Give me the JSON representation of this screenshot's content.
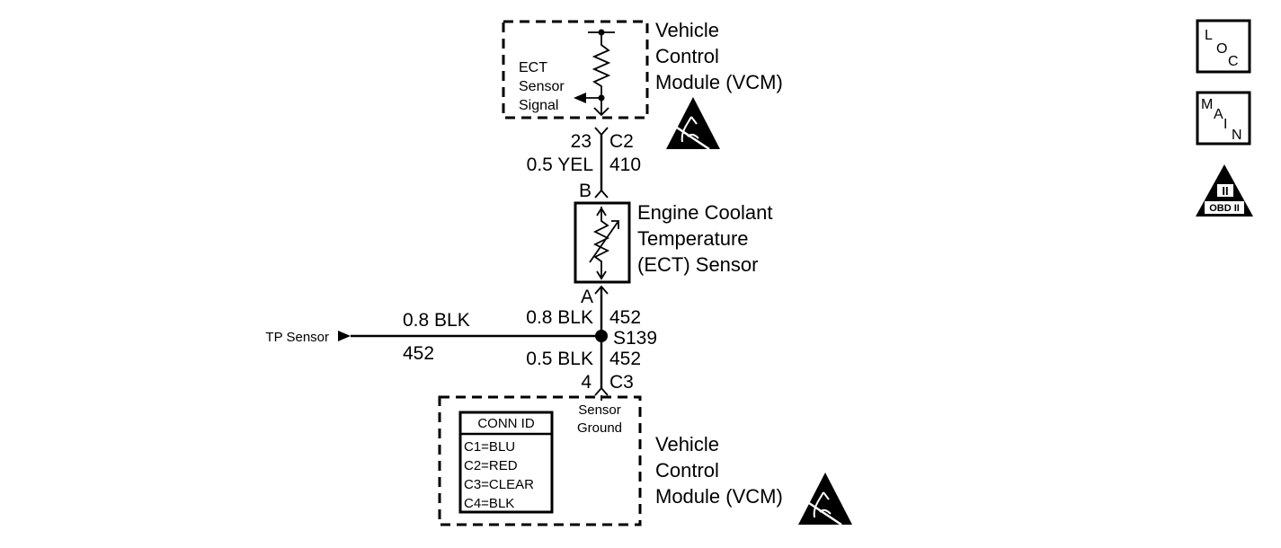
{
  "vcm_top": {
    "label_lines": [
      "Vehicle",
      "Control",
      "Module (VCM)"
    ],
    "internal_label_lines": [
      "ECT",
      "Sensor",
      "Signal"
    ]
  },
  "connector_c2": {
    "pin": "23",
    "name": "C2"
  },
  "wire_top": {
    "gauge_color": "0.5 YEL",
    "circuit": "410"
  },
  "ect_sensor": {
    "pin_top": "B",
    "pin_bottom": "A",
    "label_lines": [
      "Engine Coolant",
      "Temperature",
      "(ECT) Sensor"
    ]
  },
  "wire_mid": {
    "gauge_color": "0.8 BLK",
    "circuit": "452"
  },
  "splice": {
    "name": "S139"
  },
  "tp_branch": {
    "label": "TP Sensor",
    "gauge_color": "0.8 BLK",
    "circuit": "452"
  },
  "wire_bottom": {
    "gauge_color": "0.5 BLK",
    "circuit": "452"
  },
  "connector_c3": {
    "pin": "4",
    "name": "C3"
  },
  "vcm_bottom": {
    "label_lines": [
      "Vehicle",
      "Control",
      "Module (VCM)"
    ],
    "internal_label_lines": [
      "Sensor",
      "Ground"
    ],
    "conn_id": {
      "title": "CONN ID",
      "rows": [
        "C1=BLU",
        "C2=RED",
        "C3=CLEAR",
        "C4=BLK"
      ]
    }
  },
  "side_icons": {
    "loc": {
      "letters": [
        "L",
        "O",
        "C"
      ]
    },
    "main": {
      "letters": [
        "M",
        "A",
        "I",
        "N"
      ]
    },
    "obd": {
      "numeral": "II",
      "label": "OBD II"
    }
  },
  "colors": {
    "ink": "#000000",
    "paper": "#ffffff"
  }
}
